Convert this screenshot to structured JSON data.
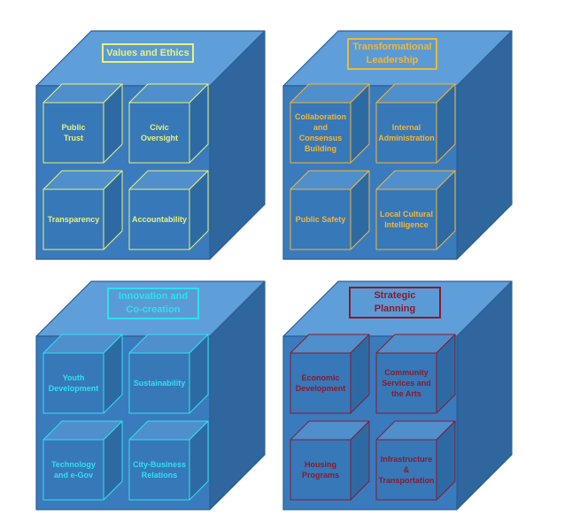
{
  "colors": {
    "front": "#3a7bbd",
    "top": "#5f9fd9",
    "side": "#2f669e",
    "edge": "#2b5f93"
  },
  "cubes": [
    {
      "title": "Values and Ethics",
      "accent": "#e8f27a",
      "cells": [
        "Public\nTrust",
        "Civic\nOversight",
        "Transparency",
        "Accountability"
      ]
    },
    {
      "title": "Transformational\nLeadership",
      "accent": "#f2b636",
      "cells": [
        "Collaboration\nand\nConsensus\nBuilding",
        "Internal\nAdministration",
        "Public Safety",
        "Local Cultural\nIntelligence"
      ]
    },
    {
      "title": "Innovation and\nCo-creation",
      "accent": "#2ee0f0",
      "cells": [
        "Youth\nDevelopment",
        "Sustainability",
        "Technology\nand e-Gov",
        "City-Business\nRelations"
      ]
    },
    {
      "title": "Strategic\nPlanning",
      "accent": "#8b1a2e",
      "cells": [
        "Economic\nDevelopment",
        "Community\nServices and\nthe Arts",
        "Housing\nPrograms",
        "Infrastructure\n&\nTransportation"
      ]
    }
  ]
}
